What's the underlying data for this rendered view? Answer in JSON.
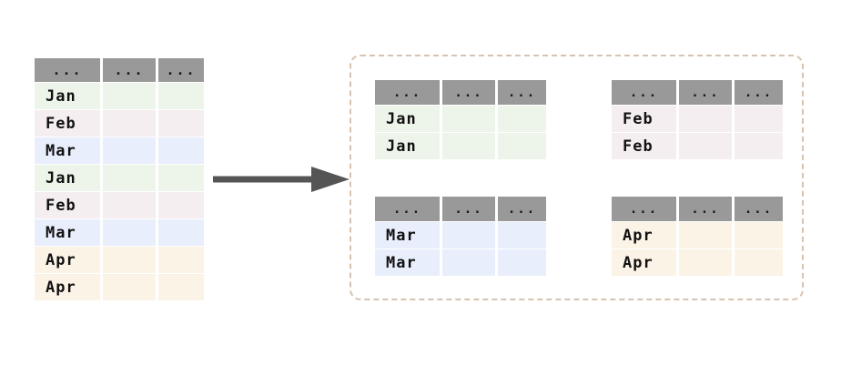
{
  "diagram": {
    "title": "groupby-split-table-diagram",
    "header_placeholder": "...",
    "colors": {
      "header_gray": "#999999",
      "row_green": "#edf5ea",
      "row_pink": "#f5eef0",
      "row_blue": "#e8eefb",
      "row_cream": "#fbf3e6",
      "arrow": "#555555",
      "dashed_border": "#d8c3b0",
      "page_background": "#ffffff"
    }
  },
  "source_table": {
    "name": "source-table",
    "columns": [
      "...",
      "...",
      "..."
    ],
    "rows": [
      {
        "label": "Jan",
        "group": "Jan",
        "color": "#edf5ea"
      },
      {
        "label": "Feb",
        "group": "Feb",
        "color": "#f5eef0"
      },
      {
        "label": "Mar",
        "group": "Mar",
        "color": "#e8eefb"
      },
      {
        "label": "Jan",
        "group": "Jan",
        "color": "#edf5ea"
      },
      {
        "label": "Feb",
        "group": "Feb",
        "color": "#f5eef0"
      },
      {
        "label": "Mar",
        "group": "Mar",
        "color": "#e8eefb"
      },
      {
        "label": "Apr",
        "group": "Apr",
        "color": "#fbf3e6"
      },
      {
        "label": "Apr",
        "group": "Apr",
        "color": "#fbf3e6"
      }
    ]
  },
  "arrow": {
    "name": "flow-arrow",
    "direction": "right"
  },
  "group_container": {
    "name": "group-container",
    "border_style": "dashed"
  },
  "group_tables": [
    {
      "name": "group-table-jan",
      "group": "Jan",
      "columns": [
        "...",
        "...",
        "..."
      ],
      "color": "#edf5ea",
      "rows": [
        {
          "label": "Jan"
        },
        {
          "label": "Jan"
        }
      ]
    },
    {
      "name": "group-table-feb",
      "group": "Feb",
      "columns": [
        "...",
        "...",
        "..."
      ],
      "color": "#f5eef0",
      "rows": [
        {
          "label": "Feb"
        },
        {
          "label": "Feb"
        }
      ]
    },
    {
      "name": "group-table-mar",
      "group": "Mar",
      "columns": [
        "...",
        "...",
        "..."
      ],
      "color": "#e8eefb",
      "rows": [
        {
          "label": "Mar"
        },
        {
          "label": "Mar"
        }
      ]
    },
    {
      "name": "group-table-apr",
      "group": "Apr",
      "columns": [
        "...",
        "...",
        "..."
      ],
      "color": "#fbf3e6",
      "rows": [
        {
          "label": "Apr"
        },
        {
          "label": "Apr"
        }
      ]
    }
  ]
}
